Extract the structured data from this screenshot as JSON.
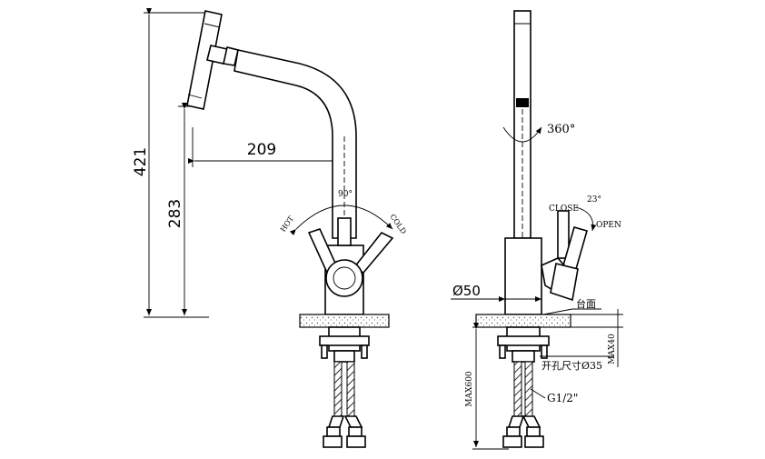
{
  "left_view": {
    "height_total": "421",
    "height_spout": "283",
    "reach": "209",
    "rotation_angle": "90°",
    "hot_label": "HOT",
    "cold_label": "COLD"
  },
  "right_view": {
    "swivel_angle": "360°",
    "close_label": "CLOSE",
    "handle_angle": "23°",
    "open_label": "OPEN",
    "body_diameter": "Ø50",
    "countertop_label": "台面",
    "max_thickness": "MAX40",
    "hole_size": "开孔尺寸Ø35",
    "max_hose": "MAX600",
    "thread": "G1/2\""
  }
}
